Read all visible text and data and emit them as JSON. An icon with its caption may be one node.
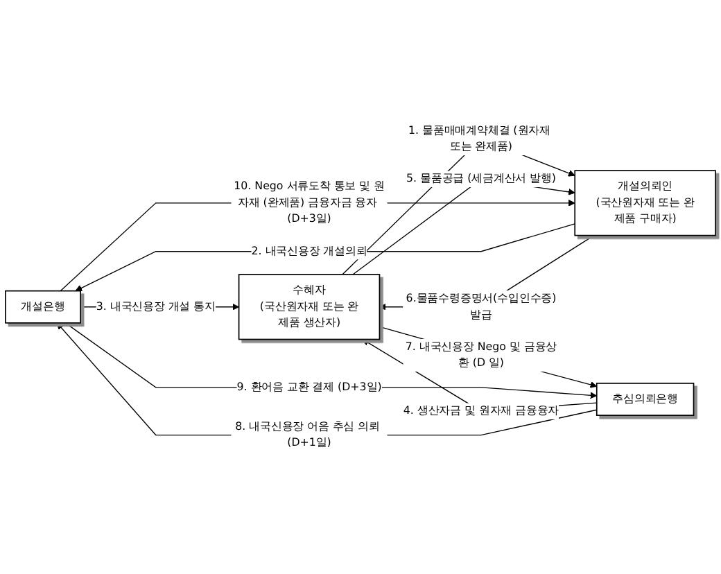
{
  "diagram": {
    "nodes": [
      {
        "text": [
          "개설은행"
        ]
      },
      {
        "text": [
          "추심의뢰은행"
        ]
      },
      {
        "text": [
          "개설의뢰인",
          "(국산원자재 또는 완제품 구매자)"
        ]
      },
      {
        "text": [
          "수혜자",
          "(국산원자재 또는 완제품 생산자)"
        ]
      }
    ],
    "edges": [
      {
        "from": 3,
        "to": 2,
        "arrow": "to",
        "label": "1. 물품매매계약체결 (원자재 또는 완제품)"
      },
      {
        "from": 2,
        "to": 0,
        "arrow": "to",
        "label": "2. 내국신용장 개설의뢰"
      },
      {
        "from": 0,
        "to": 3,
        "arrow": "to",
        "label": "3. 내국신용장 개설 통지"
      },
      {
        "from": 1,
        "to": 3,
        "arrow": "to",
        "label": "4. 생산자금 및 원자재 금융융자"
      },
      {
        "from": 3,
        "to": 2,
        "arrow": "to",
        "label": "5. 물품공급 (세금계산서 발행)"
      },
      {
        "from": 2,
        "to": 3,
        "arrow": "to",
        "label": "6.물품수령증명서(수입인수증)발급"
      },
      {
        "from": 3,
        "to": 1,
        "arrow": "to",
        "label": "7. 내국신용장 Nego 및 금융상환 (D 일)"
      },
      {
        "from": 1,
        "to": 0,
        "arrow": "to",
        "label": "8. 내국신용장 어음 추심 의뢰 (D+1일)"
      },
      {
        "from": 0,
        "to": 1,
        "arrow": "to",
        "label": "9. 환어음 교환 결제 (D+3일)"
      },
      {
        "from": 0,
        "to": 2,
        "arrow": "to",
        "label": "10. Nego 서류도착 통보 및 원자재 (완제품) 금융자금 융자 (D+3일)"
      }
    ]
  }
}
